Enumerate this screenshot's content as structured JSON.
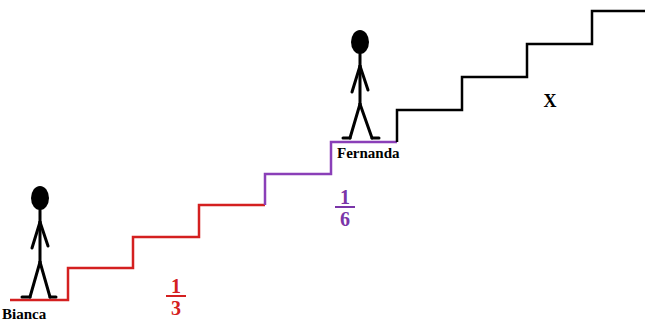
{
  "diagram": {
    "labels": [
      "Bianca",
      "Fernanda",
      "1",
      "3",
      "1",
      "6",
      "X"
    ]
  }
}
